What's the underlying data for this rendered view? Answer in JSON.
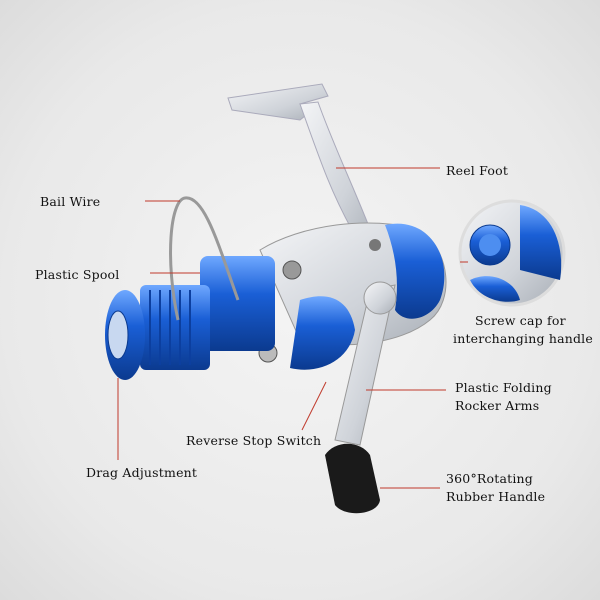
{
  "labels": {
    "reel_foot": "Reel Foot",
    "bail_wire": "Bail Wire",
    "plastic_spool": "Plastic Spool",
    "screw_cap_line1": "Screw cap for",
    "screw_cap_line2": "interchanging handle",
    "rocker_line1": "Plastic Folding",
    "rocker_line2": "Rocker Arms",
    "reverse_stop": "Reverse Stop Switch",
    "drag": "Drag Adjustment",
    "handle_line1": "360°Rotating",
    "handle_line2": "Rubber Handle"
  },
  "colors": {
    "reel_blue": "#1a5fd6",
    "reel_silver": "#d6d9de",
    "leader_line": "#c0392b",
    "knob": "#1a1a1a"
  }
}
